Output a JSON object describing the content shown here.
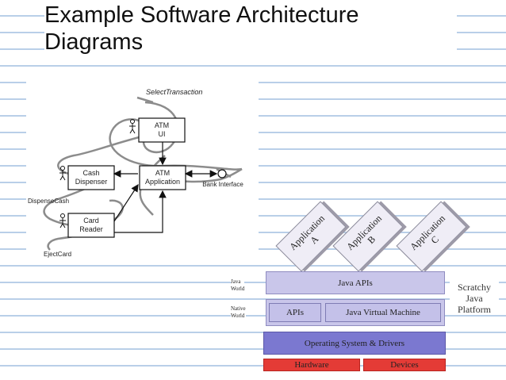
{
  "slide": {
    "title_line1": "Example Software Architecture",
    "title_line2": "Diagrams"
  },
  "atm_diagram": {
    "select_transaction": "SelectTransaction",
    "atm_ui_line1": "ATM",
    "atm_ui_line2": "UI",
    "cash_dispenser_line1": "Cash",
    "cash_dispenser_line2": "Dispenser",
    "atm_application_line1": "ATM",
    "atm_application_line2": "Application",
    "bank_interface": "Bank Interface",
    "card_reader_line1": "Card",
    "card_reader_line2": "Reader",
    "dispense_cash": "DispenseCash",
    "eject_card": "EjectCard"
  },
  "java_diagram": {
    "applications": [
      {
        "line1": "Application",
        "line2": "A"
      },
      {
        "line1": "Application",
        "line2": "B"
      },
      {
        "line1": "Application",
        "line2": "C"
      }
    ],
    "java_world_line1": "Java",
    "java_world_line2": "World",
    "native_world_line1": "Native",
    "native_world_line2": "World",
    "java_apis": "Java APIs",
    "apis": "APIs",
    "jvm": "Java Virtual Machine",
    "os_drivers": "Operating System & Drivers",
    "hardware": "Hardware",
    "devices": "Devices",
    "scratchy_line1": "Scratchy",
    "scratchy_line2": "Java",
    "scratchy_line3": "Platform"
  },
  "colors": {
    "java_layer": "#c9c6ea",
    "native_layer": "#c9c6ea",
    "os_layer": "#7b78d0",
    "hardware_layer": "#e43b36",
    "ruled_lines": "#b9cfe8"
  }
}
